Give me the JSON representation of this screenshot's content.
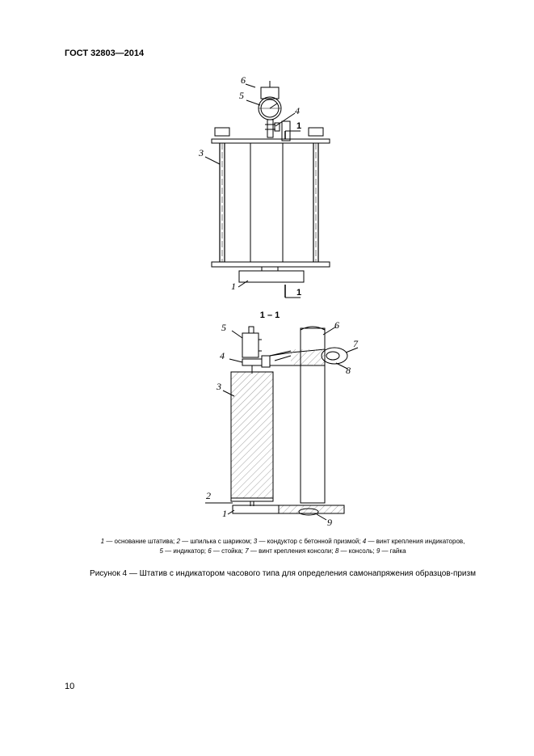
{
  "header": {
    "standard": "ГОСТ 32803—2014"
  },
  "figure": {
    "top_view_labels": [
      "6",
      "5",
      "4",
      "3",
      "1"
    ],
    "section_marker": "1",
    "section_title": "1 – 1",
    "side_view_labels": [
      "5",
      "6",
      "7",
      "4",
      "8",
      "3",
      "2",
      "1",
      "9"
    ]
  },
  "legend": {
    "items": [
      {
        "num": "1",
        "text": " — основание штатива; "
      },
      {
        "num": "2",
        "text": " — шпилька с шариком; "
      },
      {
        "num": "3",
        "text": " — кондуктор с бетонной призмой; "
      },
      {
        "num": "4",
        "text": " — винт крепления индикаторов,"
      },
      {
        "num": "5",
        "text": " — индикатор; "
      },
      {
        "num": "6",
        "text": " — стойка; "
      },
      {
        "num": "7",
        "text": " — винт крепления консоли; "
      },
      {
        "num": "8",
        "text": " — консоль; "
      },
      {
        "num": "9",
        "text": " — гайка"
      }
    ]
  },
  "caption": "Рисунок 4 — Штатив с индикатором часового типа для определения самонапряжения образцов-призм",
  "page_number": "10"
}
